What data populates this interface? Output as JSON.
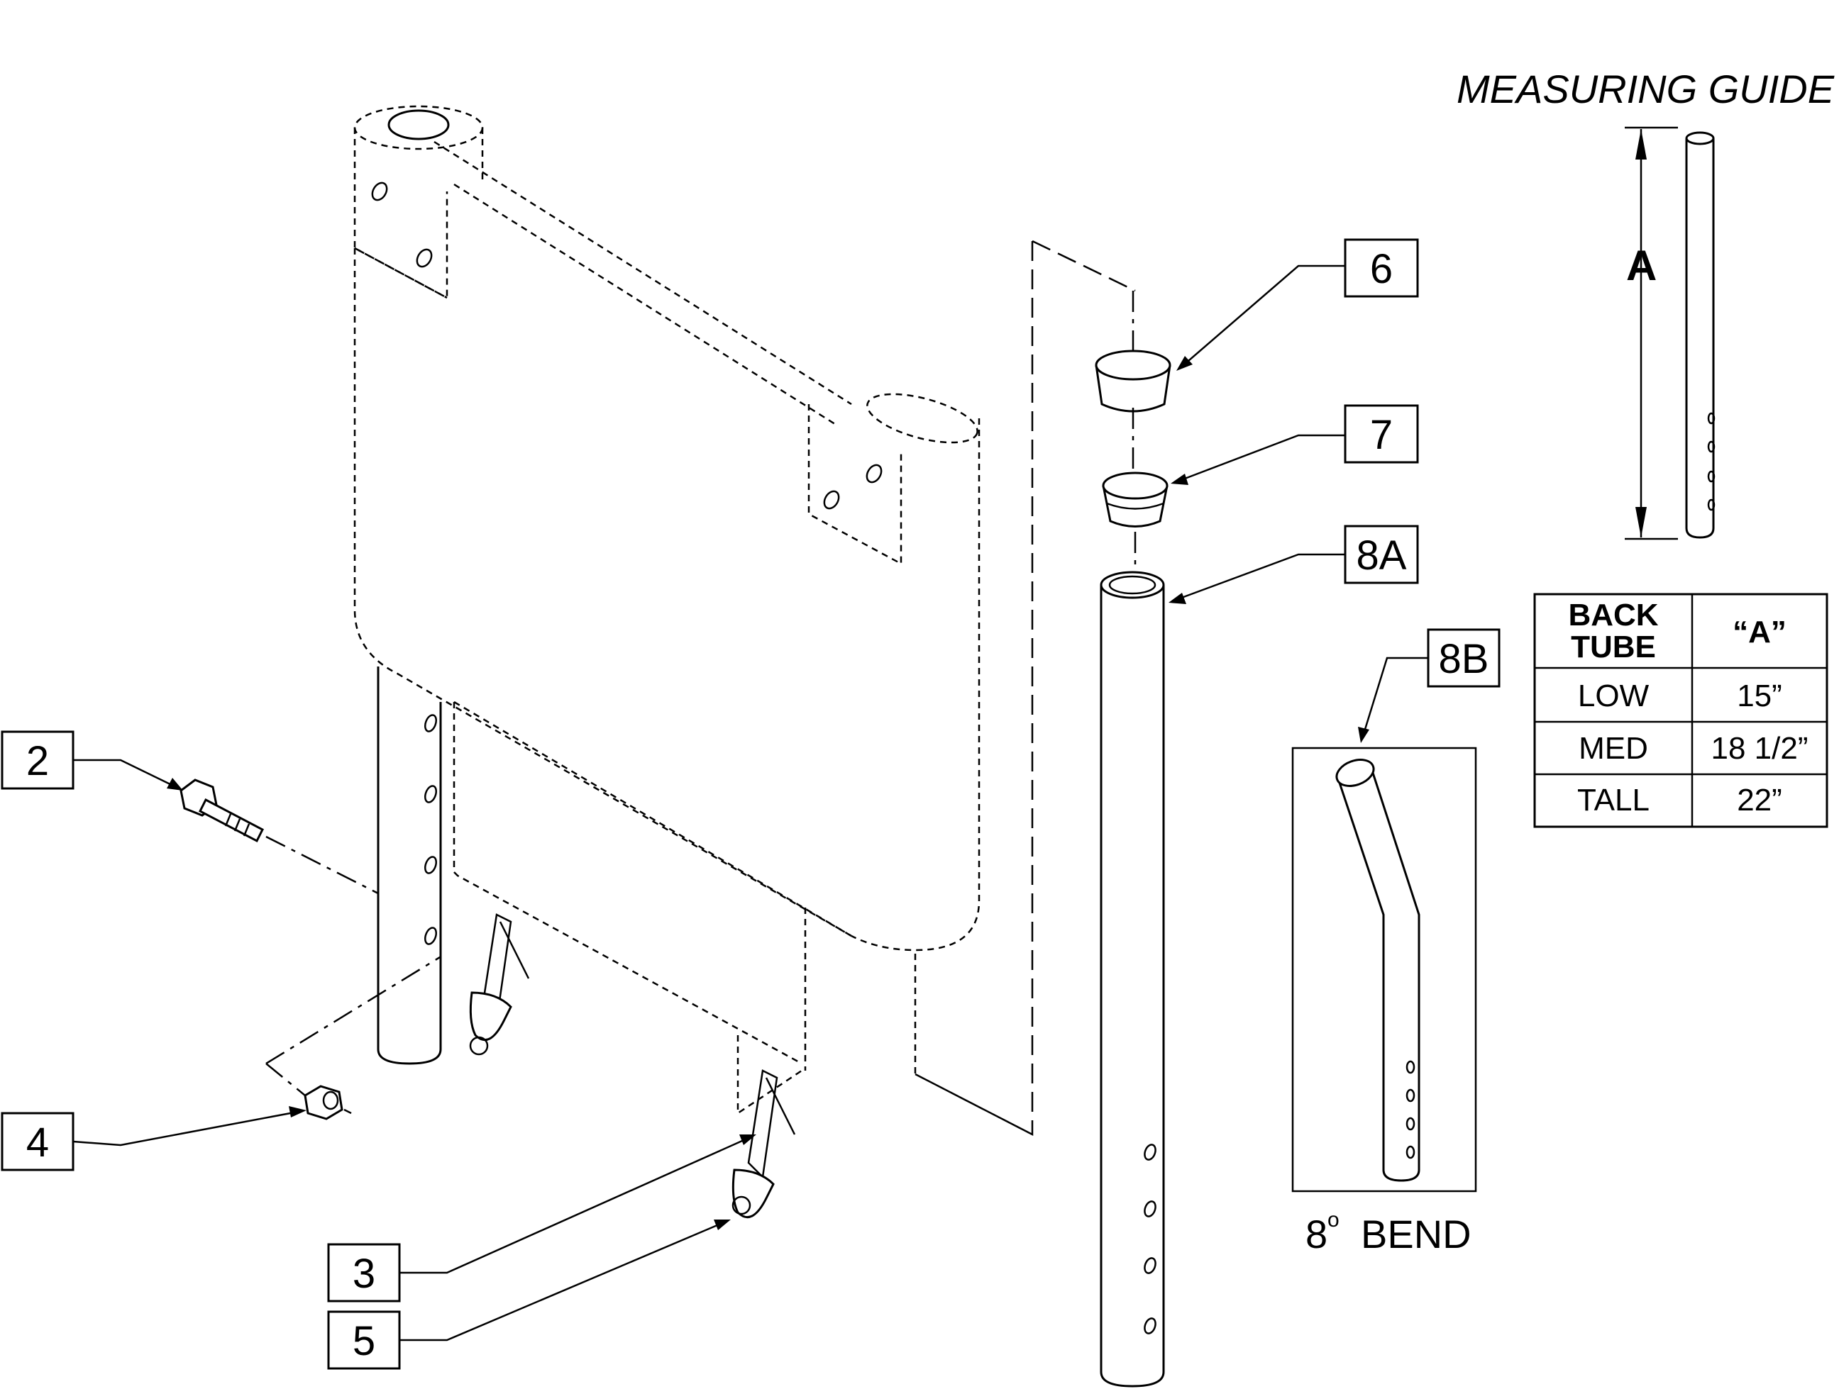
{
  "callouts": {
    "c2": "2",
    "c3": "3",
    "c4": "4",
    "c5": "5",
    "c6": "6",
    "c7": "7",
    "c8a": "8A",
    "c8b": "8B"
  },
  "measuring_guide": {
    "title": "MEASURING GUIDE",
    "dimension_label": "A"
  },
  "bend_label": {
    "degrees": "8",
    "degree_symbol": "o",
    "text": "BEND"
  },
  "table": {
    "header_col1_line1": "BACK",
    "header_col1_line2": "TUBE",
    "header_col2": "“A”",
    "rows": [
      {
        "tube": "LOW",
        "a": "15”"
      },
      {
        "tube": "MED",
        "a": "18 1/2”"
      },
      {
        "tube": "TALL",
        "a": "22”"
      }
    ]
  }
}
